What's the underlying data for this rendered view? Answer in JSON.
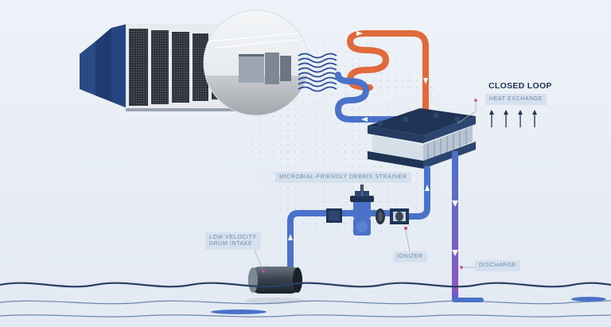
{
  "diagram": {
    "title": "CLOSED LOOP",
    "labels": {
      "heat_exchange": "HEAT EXCHANGE",
      "strainer": "MICROBIAL-FRIENDLY DEBRIS STRAINER",
      "intake_line1": "LOW VELOCITY",
      "intake_line2": "DRUM INTAKE",
      "ionizer": "IONIZER",
      "discharge": "DISCHARGE"
    },
    "colors": {
      "background": "#e9eef5",
      "hot_pipe": "#e06a3c",
      "cold_pipe": "#4a72c9",
      "discharge_pipe": "#8d57bf",
      "navy": "#1f3454",
      "water_line": "#2a3f63",
      "accent_dot": "#c2469e"
    },
    "icons": [
      "server-rack-icon",
      "heat-exchanger-icon",
      "pump-icon",
      "strainer-icon",
      "ionizer-icon",
      "drum-intake-icon",
      "flow-arrow-icon"
    ]
  }
}
